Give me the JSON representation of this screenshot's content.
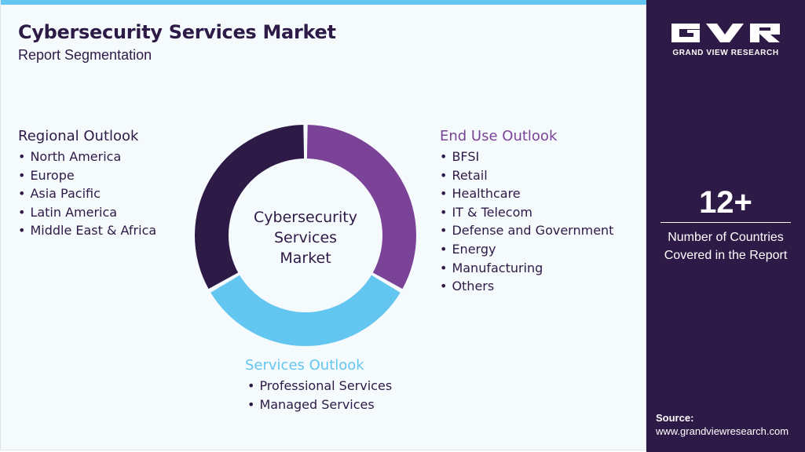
{
  "header": {
    "title": "Cybersecurity Services Market",
    "subtitle": "Report Segmentation"
  },
  "chart_data": {
    "type": "pie",
    "style": "donut",
    "center_label_lines": [
      "Cybersecurity",
      "Services",
      "Market"
    ],
    "segments": [
      {
        "name": "End Use Outlook",
        "value": 1,
        "color": "#7b4397"
      },
      {
        "name": "Services Outlook",
        "value": 1,
        "color": "#63c6f1"
      },
      {
        "name": "Regional Outlook",
        "value": 1,
        "color": "#2e1a47"
      }
    ]
  },
  "segments": {
    "regional": {
      "heading": "Regional Outlook",
      "items": [
        "North America",
        "Europe",
        "Asia Pacific",
        "Latin America",
        "Middle East & Africa"
      ]
    },
    "end_use": {
      "heading": "End Use Outlook",
      "items": [
        "BFSI",
        "Retail",
        "Healthcare",
        "IT & Telecom",
        "Defense and Government",
        "Energy",
        "Manufacturing",
        "Others"
      ]
    },
    "services": {
      "heading": "Services Outlook",
      "items": [
        "Professional Services",
        "Managed Services"
      ]
    }
  },
  "sidebar": {
    "brand": "GRAND VIEW RESEARCH",
    "stat_value": "12+",
    "stat_label_lines": [
      "Number of Countries",
      "Covered in the Report"
    ],
    "source_label": "Source:",
    "source_url": "www.grandviewresearch.com"
  },
  "colors": {
    "dark_purple": "#2e1a47",
    "purple": "#7b4397",
    "light_blue": "#63c6f1"
  }
}
